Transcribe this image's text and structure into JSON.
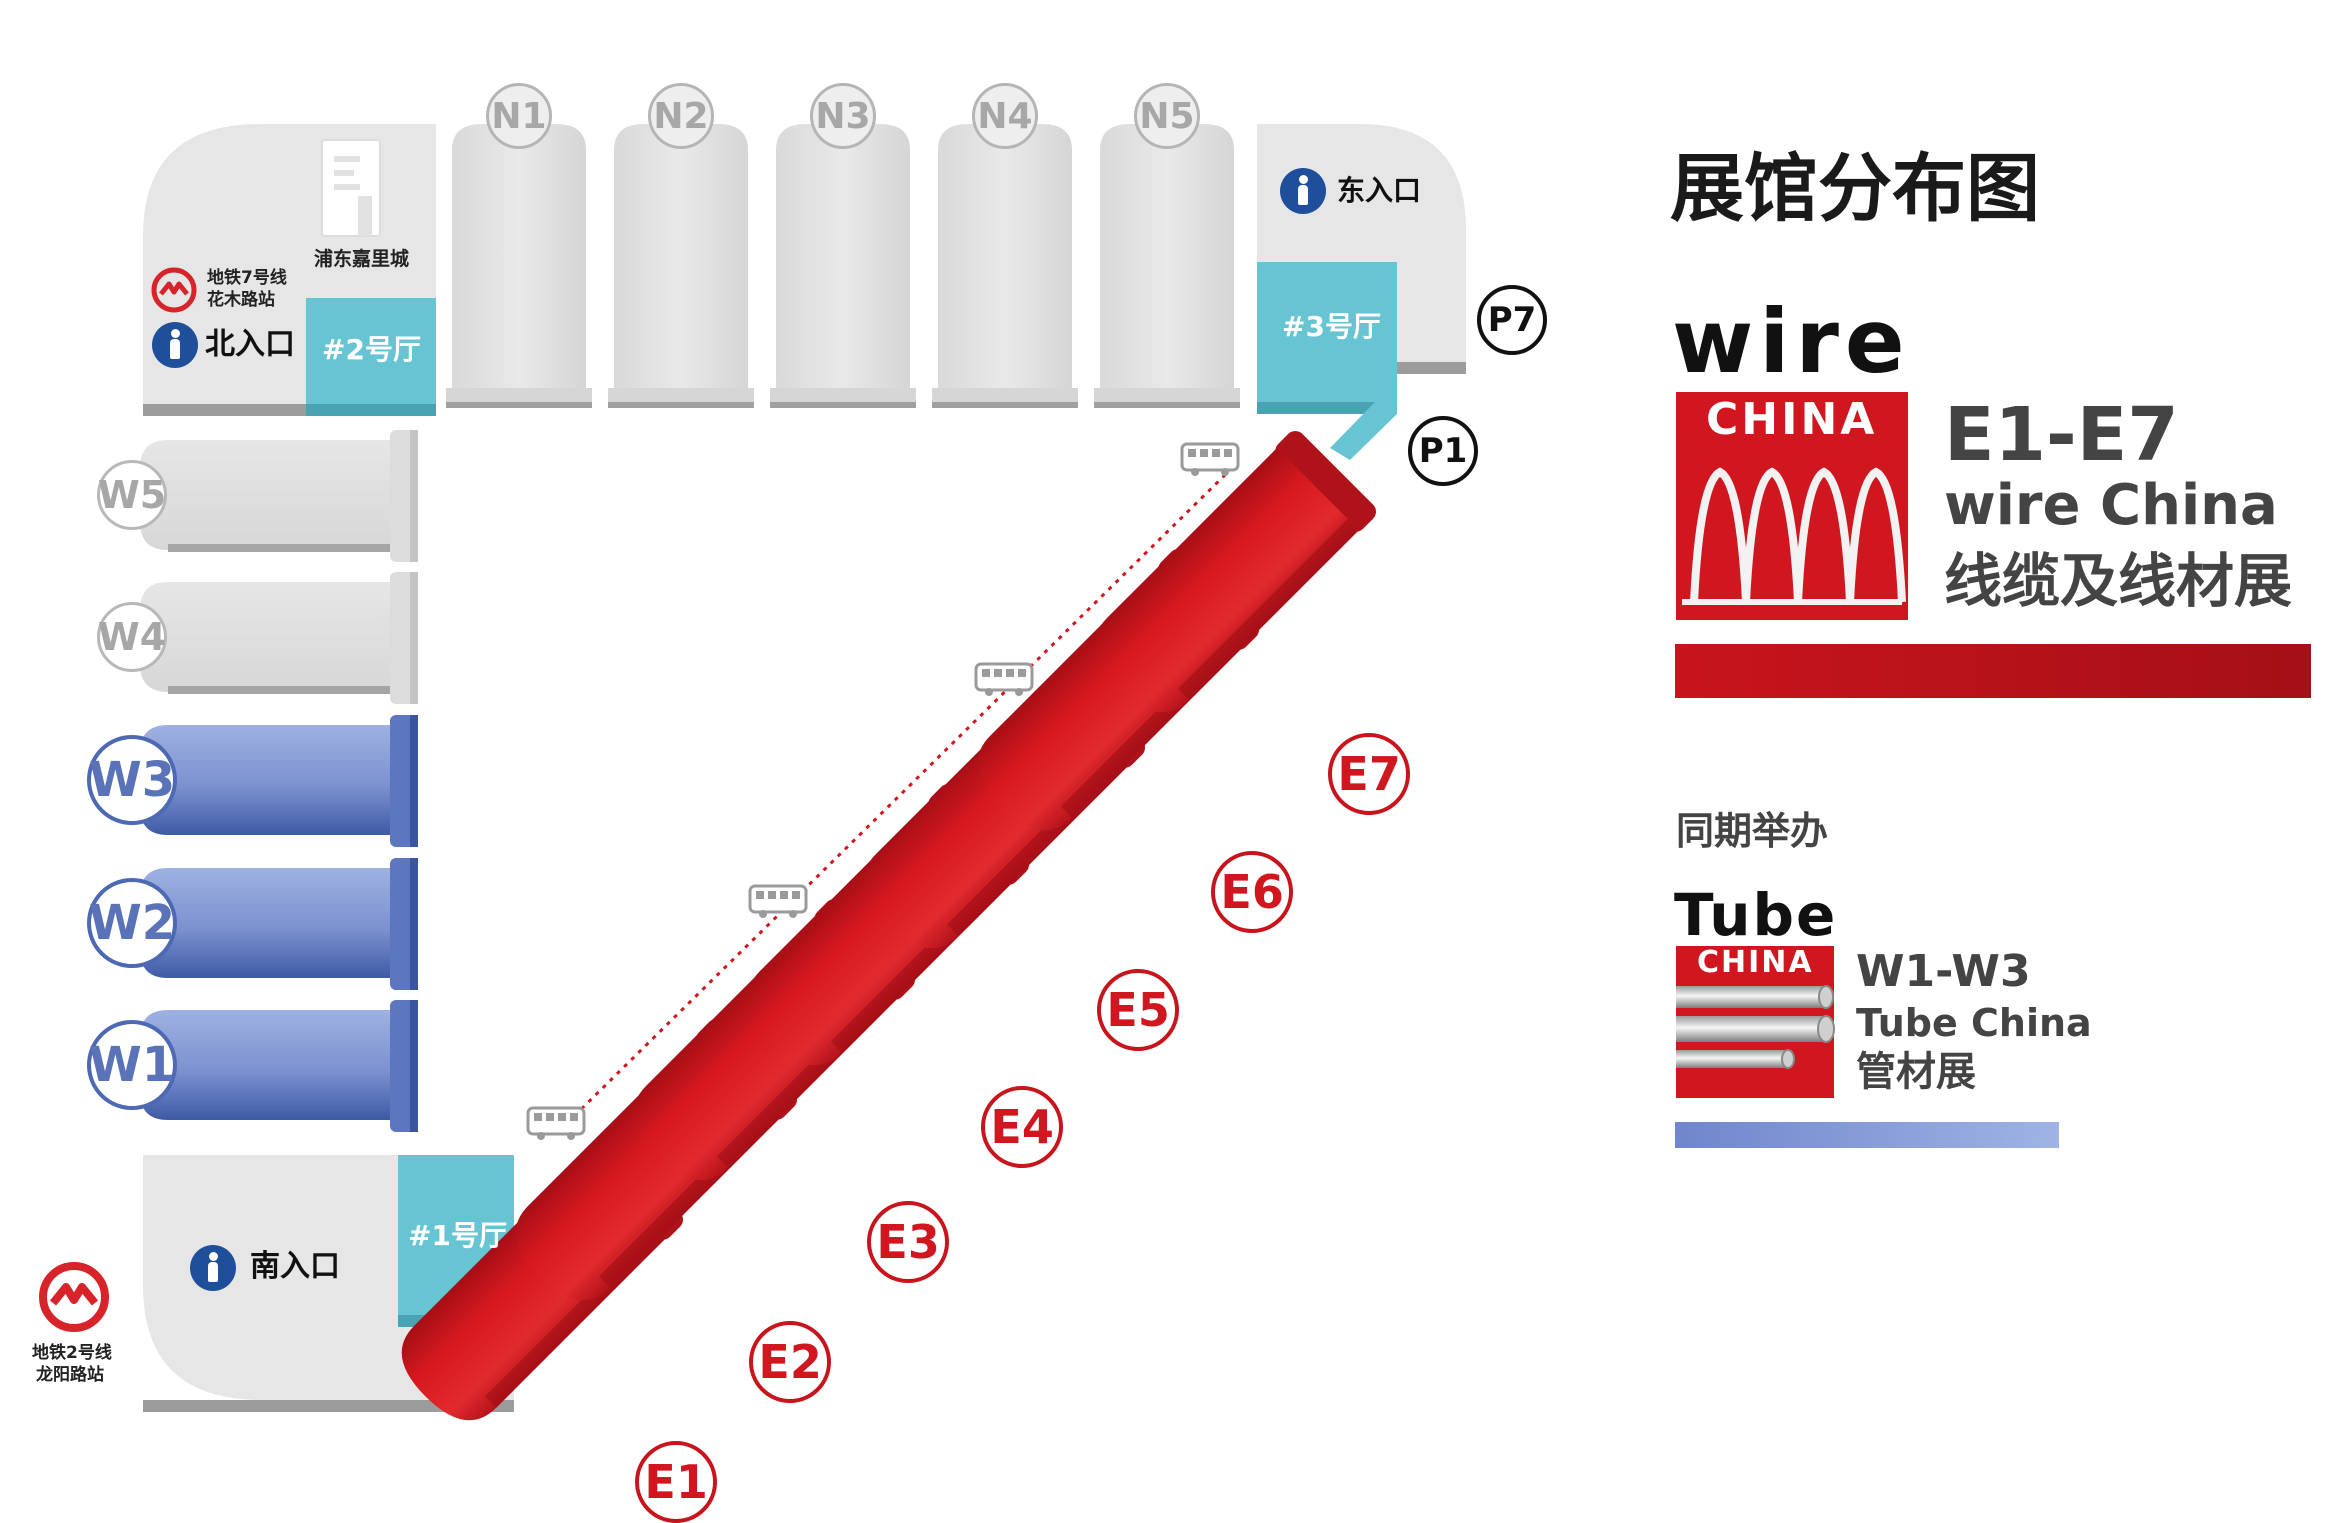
{
  "title": "展馆分布图",
  "north_halls": [
    "N1",
    "N2",
    "N3",
    "N4",
    "N5"
  ],
  "west_halls_gray": [
    "W5",
    "W4"
  ],
  "west_halls_blue": [
    "W3",
    "W2",
    "W1"
  ],
  "east_halls": [
    "E1",
    "E2",
    "E3",
    "E4",
    "E5",
    "E6",
    "E7"
  ],
  "parking": [
    "P7",
    "P1"
  ],
  "lobbies": {
    "hall1": "#1号厅",
    "hall2": "#2号厅",
    "hall3": "#3号厅"
  },
  "entrances": {
    "north": "北入口",
    "south": "南入口",
    "east": "东入口"
  },
  "landmarks": {
    "metro7_line": "地铁7号线",
    "metro7_station": "花木路站",
    "metro2_line": "地铁2号线",
    "metro2_station": "龙阳路站",
    "kerry_city": "浦东嘉里城"
  },
  "wire_china": {
    "logo_word": "wire",
    "logo_country": "CHINA",
    "halls": "E1-E7",
    "name_en": "wire China",
    "name_cn": "线缆及线材展"
  },
  "tube_china": {
    "concurrent": "同期举办",
    "logo_word": "Tube",
    "logo_country": "CHINA",
    "halls": "W1-W3",
    "name_en": "Tube China",
    "name_cn": "管材展"
  },
  "colors": {
    "wire_red": "#d0161f",
    "tube_blue": "#5a72b8",
    "lobby_teal": "#67c4d3",
    "building_gray": "#e3e3e3",
    "entrance_blue": "#1f4f9a"
  },
  "icons": {
    "metro": "metro-logo-icon",
    "entrance": "walking-person-icon",
    "building": "office-building-icon",
    "shuttle": "shuttle-bus-icon"
  }
}
